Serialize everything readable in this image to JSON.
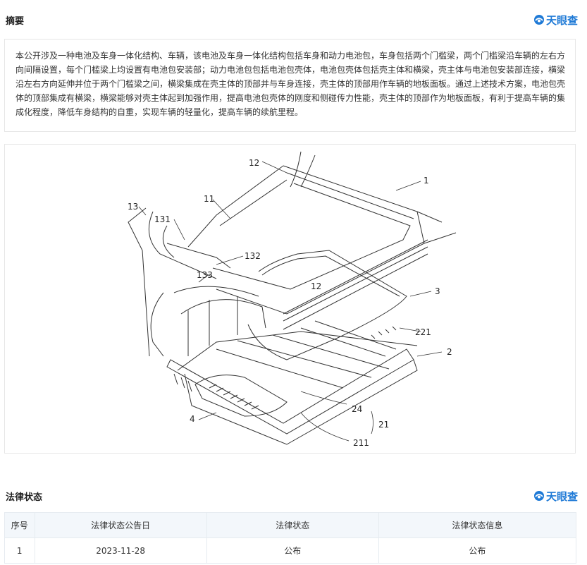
{
  "abstract": {
    "title": "摘要",
    "brand": "天眼查",
    "text": "本公开涉及一种电池及车身一体化结构、车辆，该电池及车身一体化结构包括车身和动力电池包，车身包括两个门槛梁，两个门槛梁沿车辆的左右方向间隔设置，每个门槛梁上均设置有电池包安装部；动力电池包包括电池包壳体，电池包壳体包括壳主体和横梁，壳主体与电池包安装部连接，横梁沿左右方向延伸并位于两个门槛梁之间，横梁集成在壳主体的顶部并与车身连接，壳主体的顶部用作车辆的地板面板。通过上述技术方案，电池包壳体的顶部集成有横梁，横梁能够对壳主体起到加强作用，提高电池包壳体的刚度和侧碰传力性能，壳主体的顶部作为地板面板，有利于提高车辆的集成化程度，降低车身结构的自重，实现车辆的轻量化，提高车辆的续航里程。"
  },
  "figure": {
    "labels": [
      "12",
      "1",
      "11",
      "13",
      "131",
      "132",
      "133",
      "12",
      "3",
      "221",
      "2",
      "24",
      "21",
      "4",
      "211"
    ]
  },
  "legal": {
    "title": "法律状态",
    "brand": "天眼查",
    "columns": [
      "序号",
      "法律状态公告日",
      "法律状态",
      "法律状态信息"
    ],
    "rows": [
      [
        "1",
        "2023-11-28",
        "公布",
        "公布"
      ]
    ]
  }
}
